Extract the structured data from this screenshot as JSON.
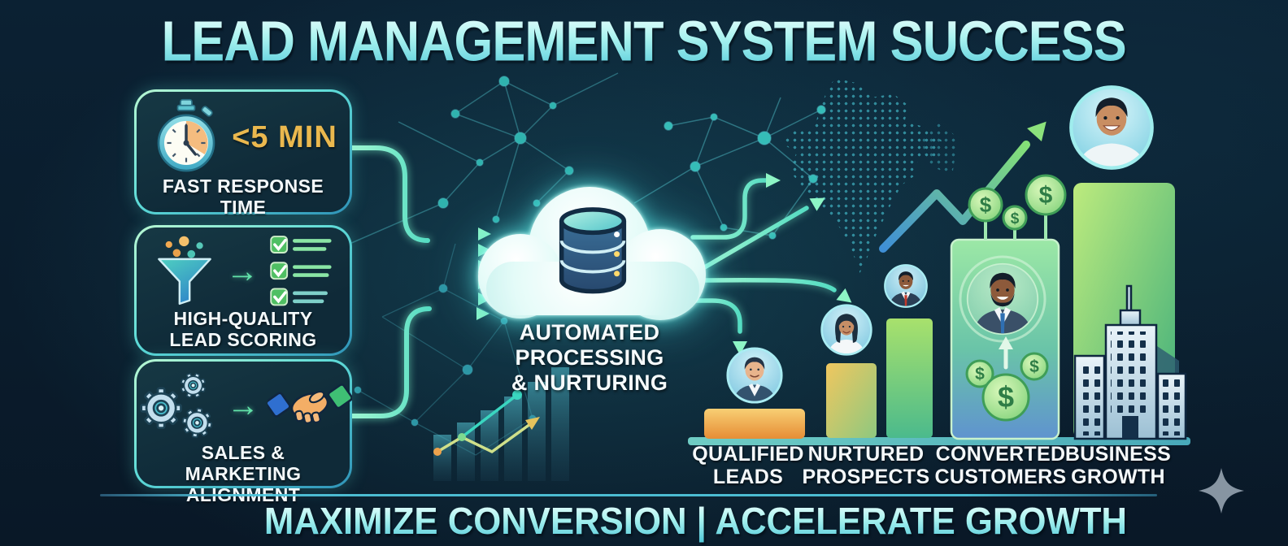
{
  "title": "LEAD MANAGEMENT SYSTEM SUCCESS",
  "tagline": "MAXIMIZE CONVERSION | ACCELERATE GROWTH",
  "glyphs": {
    "arrow_right": "→",
    "dollar": "$"
  },
  "features": [
    {
      "badge": "<5 MIN",
      "label": "FAST RESPONSE TIME",
      "icon": "stopwatch-icon"
    },
    {
      "label": "HIGH-QUALITY\nLEAD SCORING",
      "icon": "funnel-to-checklist-icon"
    },
    {
      "label": "SALES & MARKETING\nALIGNMENT",
      "icon": "gears-to-handshake-icon"
    }
  ],
  "hub": {
    "label": "AUTOMATED\nPROCESSING\n& NURTURING",
    "icon": "cloud-database-icon"
  },
  "stages": [
    {
      "label": "QUALIFIED\nLEADS",
      "icon": "male-avatar-icon",
      "bar_color": "#eda23f"
    },
    {
      "label": "NURTURED\nPROSPECTS",
      "icon": "female-avatar-icon",
      "bar_color": "#e8c35a"
    },
    {
      "label": "CONVERTED\nCUSTOMERS",
      "icon": "businessman-avatar-icon",
      "bar_color": "#7fd98f"
    },
    {
      "label": "BUSINESS\nGROWTH",
      "icon": "city-buildings-icon",
      "bar_color": "#86d96d"
    }
  ],
  "colors": {
    "background": "#0a1c2c",
    "accent_teal": "#53d6d6",
    "accent_mint": "#8df5c5",
    "gold": "#e9b95a",
    "title_text": "#abf3f0"
  }
}
